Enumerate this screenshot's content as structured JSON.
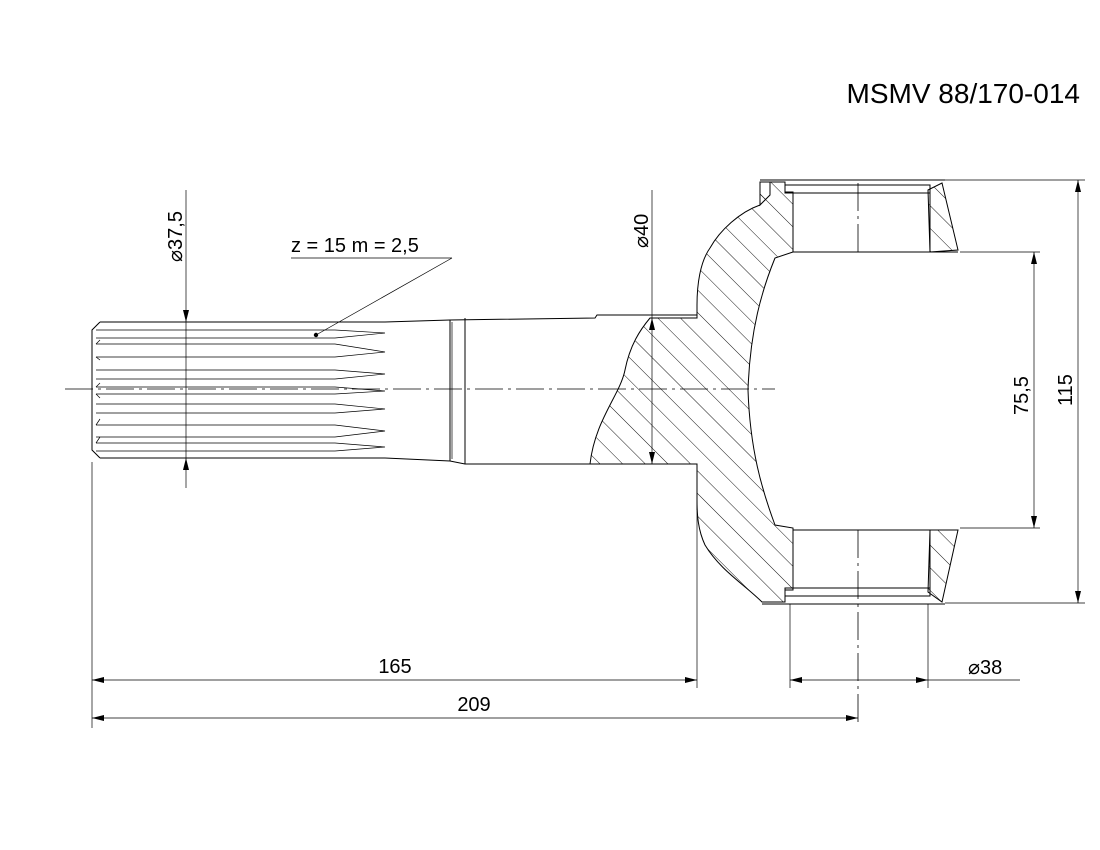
{
  "title": "MSMV 88/170-014",
  "spline_note": "z = 15  m = 2,5",
  "dimensions": {
    "spline_diameter": "37,5",
    "shaft_diameter": "40",
    "bore_spacing": "75,5",
    "yoke_height": "115",
    "bore_diameter": "38",
    "length_to_flange": "165",
    "overall_length": "209"
  },
  "symbols": {
    "diameter": "⌀"
  }
}
